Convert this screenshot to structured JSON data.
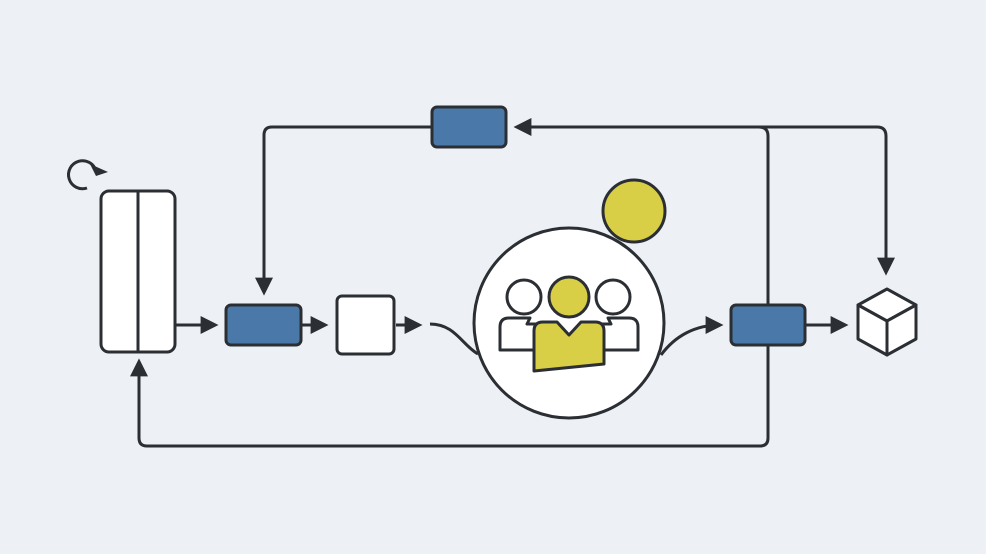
{
  "colors": {
    "background": "#edf1f5",
    "stroke": "#2b2f33",
    "block_fill": "#4a78a8",
    "accent_yellow": "#d8cf47",
    "white": "#ffffff"
  },
  "icons": {
    "refresh": "refresh-icon",
    "backlog": "backlog-columns-icon",
    "output": "cube-icon",
    "team": "team-icon",
    "badge": "yellow-circle-badge"
  },
  "nodes": [
    {
      "id": "feedback-block",
      "kind": "blue-block"
    },
    {
      "id": "input-block",
      "kind": "blue-block"
    },
    {
      "id": "process-square",
      "kind": "white-square"
    },
    {
      "id": "output-block",
      "kind": "blue-block"
    }
  ]
}
